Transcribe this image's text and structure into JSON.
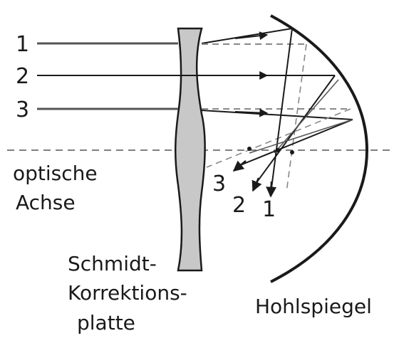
{
  "rays": [
    {
      "id": "ray-1",
      "label": "1"
    },
    {
      "id": "ray-2",
      "label": "2"
    },
    {
      "id": "ray-3",
      "label": "3"
    }
  ],
  "exit_labels": [
    "3",
    "2",
    "1"
  ],
  "axis": {
    "line1": "optische",
    "line2": "Achse"
  },
  "plate": {
    "line1": "Schmidt-",
    "line2": "Korrektions-",
    "line3": "platte"
  },
  "mirror": {
    "label": "Hohlspiegel"
  },
  "colors": {
    "ink": "#1a1a1a",
    "plate_fill": "#c8c8c8",
    "dashed": "#888888"
  }
}
